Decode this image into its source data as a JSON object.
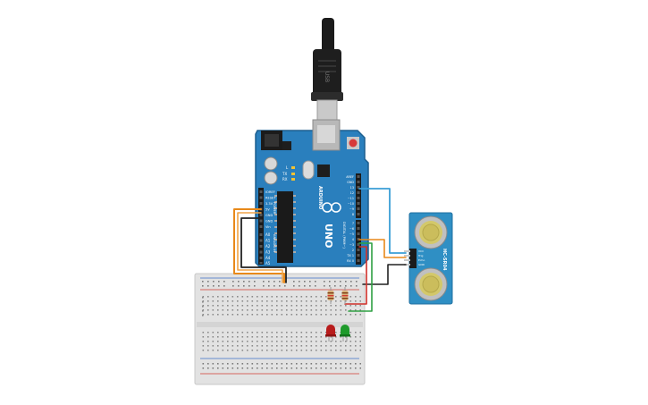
{
  "colors": {
    "board": "#2a7fbd",
    "board_dark": "#1d5f8f",
    "breadboard": "#e2e2e2",
    "rail_red": "#d23b32",
    "rail_blue": "#3c6fc8",
    "wire_orange": "#e8891a",
    "wire_black": "#222222",
    "wire_blue": "#3a9fd6",
    "wire_red": "#d0302a",
    "wire_green": "#2fa043",
    "led_red": "#b81c1c",
    "led_green": "#1e9a2b",
    "sensor": "#2f8fc4"
  },
  "arduino": {
    "brand": "ARDUINO",
    "model": "UNO",
    "power_header": "POWER",
    "analog_header": "ANALOG IN",
    "digital_header": "DIGITAL (PWM~)",
    "power_pins": [
      "IOREF",
      "RESET",
      "3.3V",
      "5V",
      "GND",
      "GND",
      "Vin"
    ],
    "analog_pins": [
      "A0",
      "A1",
      "A2",
      "A3",
      "A4",
      "A5"
    ],
    "digital_pins_top": [
      "AREF",
      "GND",
      "13",
      "12",
      "~11",
      "~10",
      "~9",
      "8"
    ],
    "digital_pins_bottom": [
      "7",
      "~6",
      "~5",
      "4",
      "~3",
      "2",
      "TX 1",
      "RX 0"
    ],
    "tx_label": "TX",
    "rx_label": "RX",
    "l_label": "L"
  },
  "sensor": {
    "model": "HC-SR04",
    "pins": [
      "VCC",
      "Trig",
      "Echo",
      "GND"
    ]
  },
  "usb": {
    "label": "USB"
  }
}
